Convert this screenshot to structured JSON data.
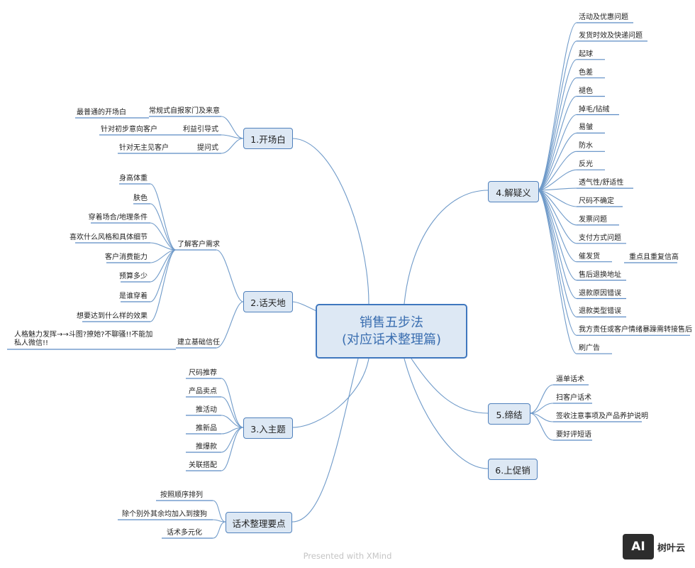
{
  "root": {
    "line1": "销售五步法",
    "line2": "(对应话术整理篇)"
  },
  "branches": {
    "b1": {
      "label": "1.开场白",
      "items": [
        {
          "label": "常规式自报家门及来意",
          "note": "最普通的开场白"
        },
        {
          "label": "利益引导式",
          "note": "针对初步意向客户"
        },
        {
          "label": "提问式",
          "note": "针对无主见客户"
        }
      ]
    },
    "b2": {
      "label": "2.话天地",
      "sub1": {
        "label": "了解客户需求",
        "items": [
          "身高体重",
          "肤色",
          "穿着场合/地理条件",
          "喜欢什么风格和具体细节",
          "客户消费能力",
          "预算多少",
          "是谁穿着",
          "想要达到什么样的效果"
        ]
      },
      "sub2": {
        "label": "建立基础信任",
        "note": "人格魅力发挥→→斗图?撩她?不聊骚!!不能加私人微信!!"
      }
    },
    "b3": {
      "label": "3.入主题",
      "items": [
        "尺码推荐",
        "产品卖点",
        "推活动",
        "推新品",
        "推爆款",
        "关联搭配"
      ]
    },
    "b7": {
      "label": "话术整理要点",
      "items": [
        "按照顺序排列",
        "除个别外其余均加入到搜狗",
        "话术多元化"
      ]
    },
    "b4": {
      "label": "4.解疑义",
      "items": [
        "活动及优惠问题",
        "发货时效及快递问题",
        "起球",
        "色差",
        "褪色",
        "掉毛/钻绒",
        "易皱",
        "防水",
        "反光",
        "透气性/舒适性",
        "尺码不确定",
        "发票问题",
        "支付方式问题",
        "催发货",
        "售后退换地址",
        "退款原因错误",
        "退款类型错误",
        "我方责任或客户情绪暴躁需转接售后",
        "刷广告"
      ],
      "note_cuifahuo": "重点且重复信高"
    },
    "b5": {
      "label": "5.缔结",
      "items": [
        "逼单话术",
        "扫客户话术",
        "签收注意事项及产品养护说明",
        "要好评短语"
      ]
    },
    "b6": {
      "label": "6.上促销"
    }
  },
  "footer": "Presented with XMind",
  "brand": {
    "logo_text": "AI",
    "name": "树叶云"
  },
  "colors": {
    "line": "#6f9ac9",
    "box_fill": "#dde8f4",
    "box_border": "#4f80bc",
    "root_text": "#3a6eb0"
  }
}
